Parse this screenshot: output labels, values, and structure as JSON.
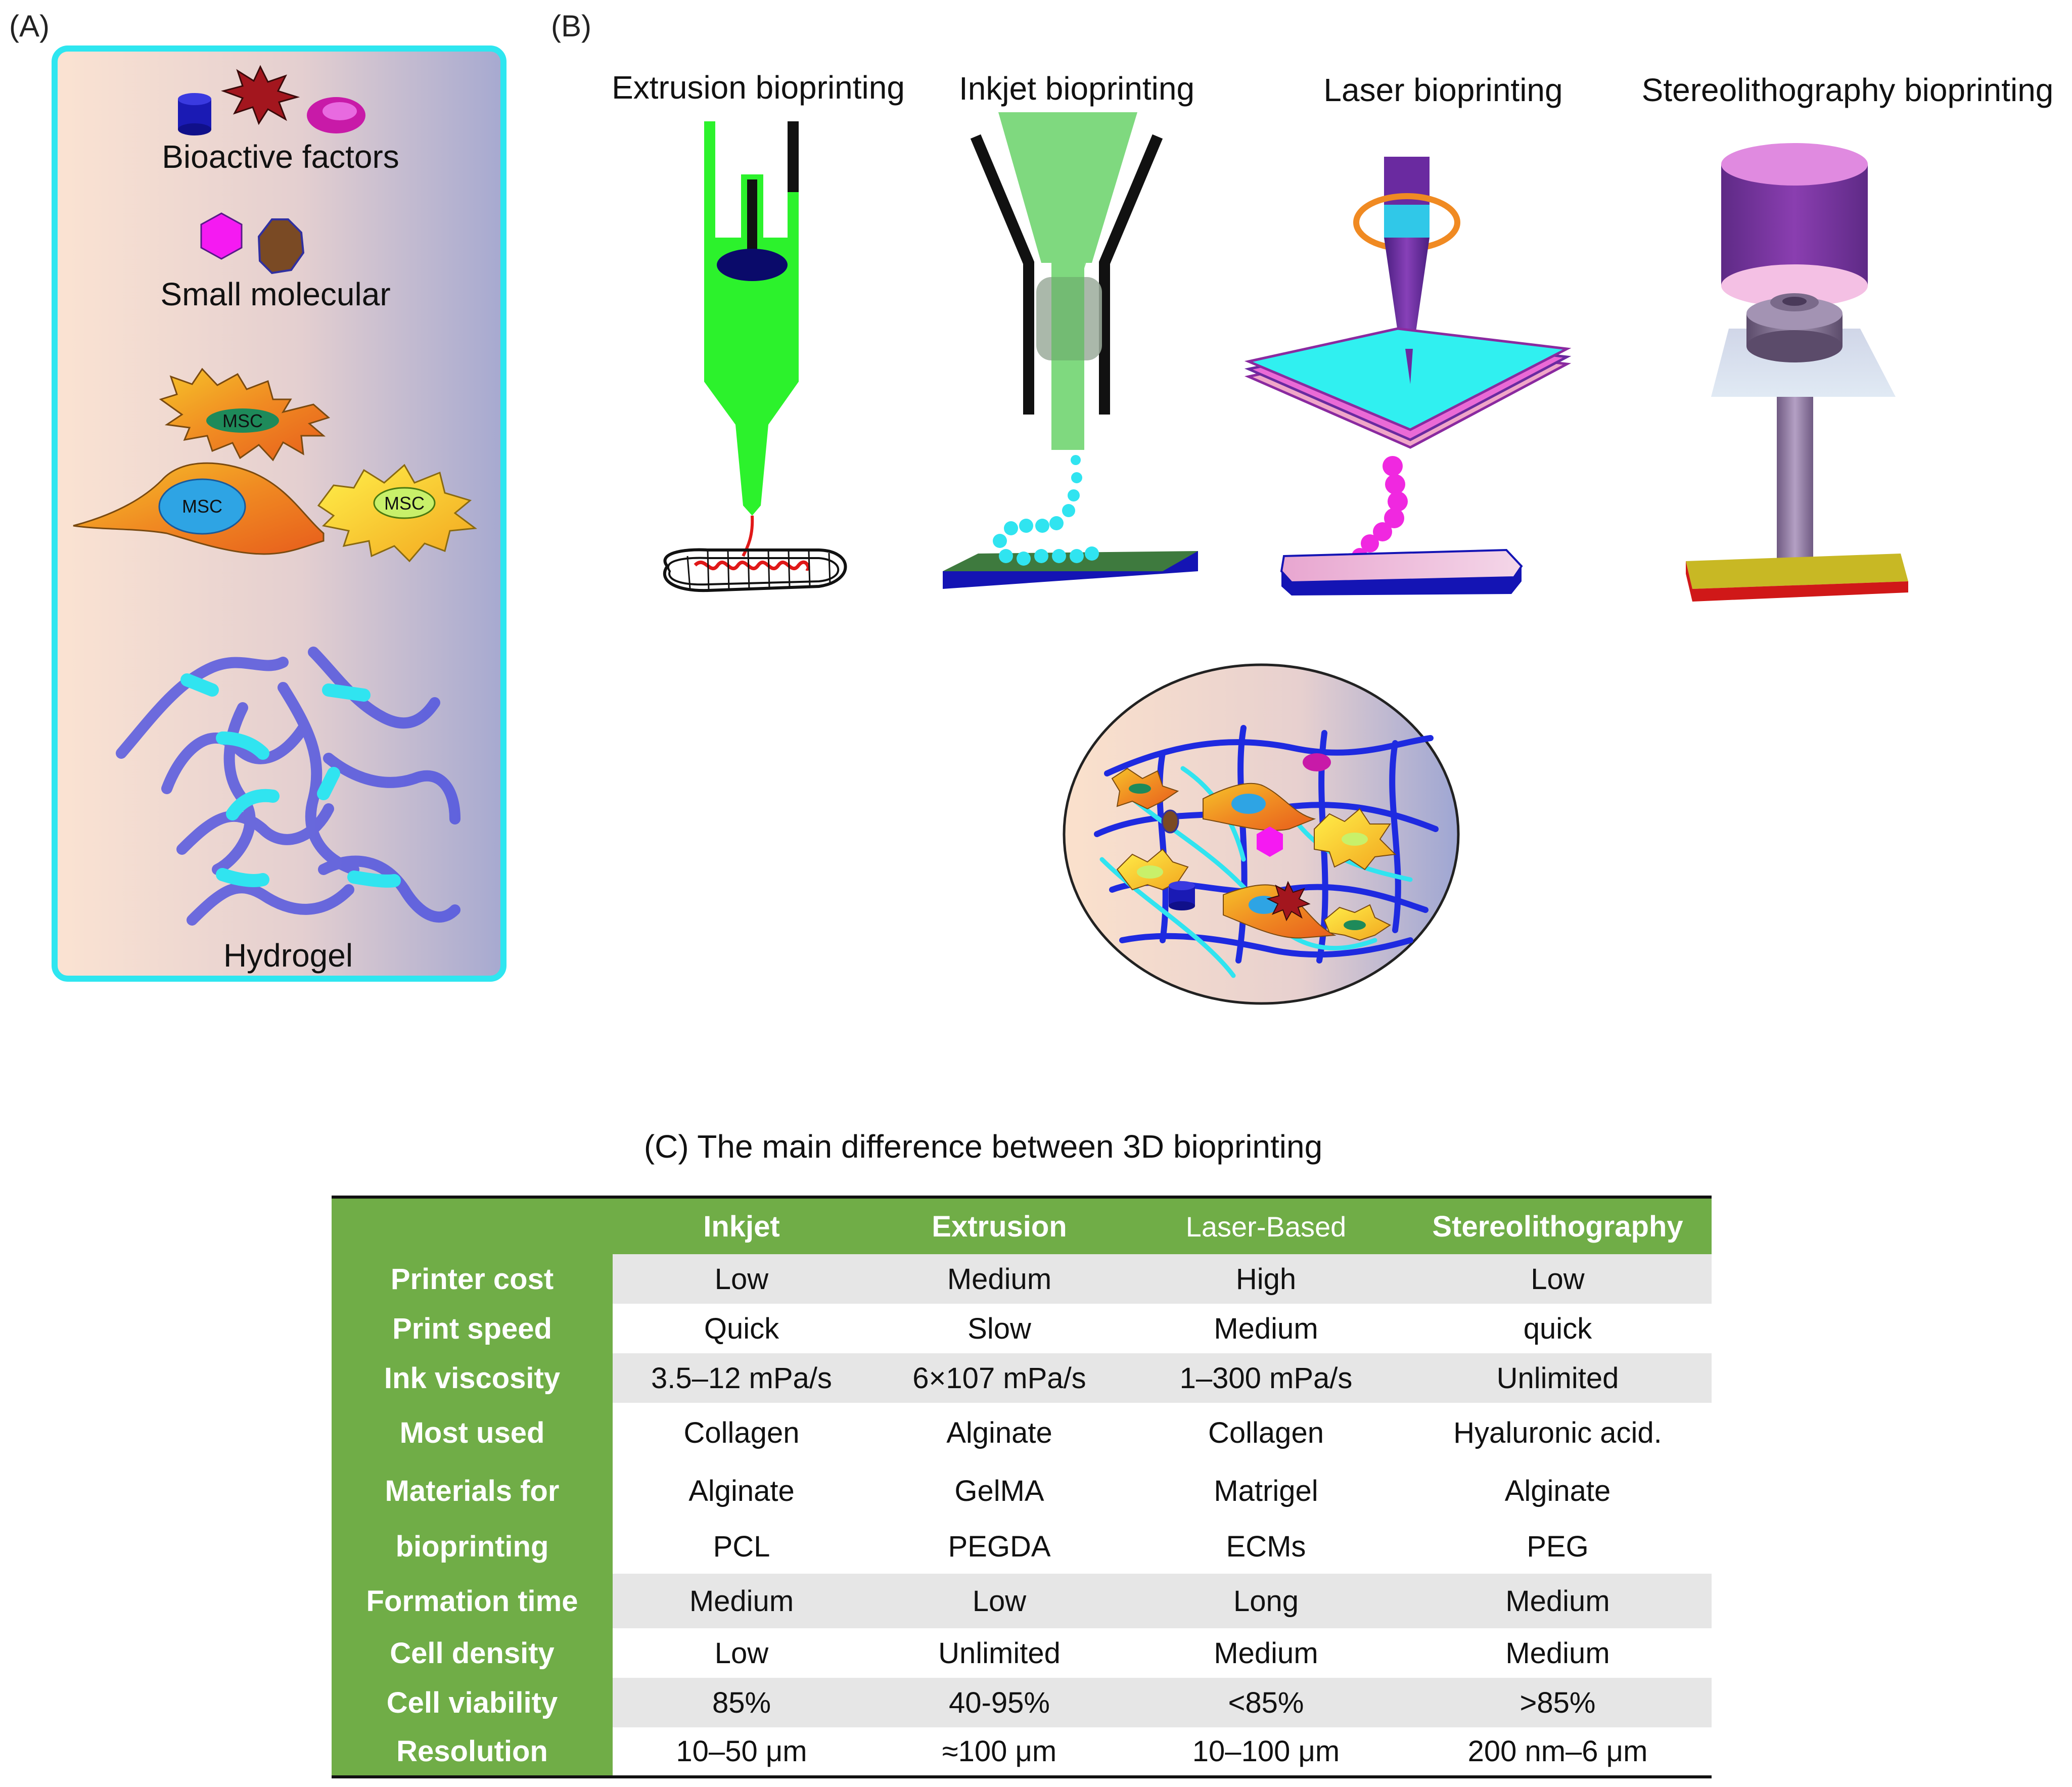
{
  "panelA": {
    "label": "(A)",
    "bioactive_label": "Bioactive factors",
    "small_label": "Small molecular",
    "msc_label": "MSC",
    "hydrogel_label": "Hydrogel",
    "colors": {
      "border": "#2ee6f0",
      "bg_left": "#fbe3d2",
      "bg_right": "#a6a9d0"
    }
  },
  "panelB": {
    "label": "(B)",
    "extrusion_label": "Extrusion bioprinting",
    "inkjet_label": "Inkjet bioprinting",
    "laser_label": "Laser bioprinting",
    "stereo_label": "Stereolithography bioprinting"
  },
  "panelC": {
    "title": "(C) The main difference between 3D bioprinting",
    "header": [
      "",
      "Inkjet",
      "Extrusion",
      "Laser-Based",
      "Stereolithography"
    ],
    "rows": [
      {
        "label": "Printer cost",
        "values": [
          "Low",
          "Medium",
          "High",
          "Low"
        ]
      },
      {
        "label": "Print speed",
        "values": [
          "Quick",
          "Slow",
          "Medium",
          "quick"
        ]
      },
      {
        "label": "Ink viscosity",
        "values": [
          "3.5–12 mPa/s",
          "6×107 mPa/s",
          "1–300 mPa/s",
          "Unlimited"
        ]
      },
      {
        "label": "Most used",
        "values": [
          "Collagen",
          "Alginate",
          "Collagen",
          "Hyaluronic acid."
        ]
      },
      {
        "label": "Materials for",
        "values": [
          "Alginate",
          "GelMA",
          "Matrigel",
          "Alginate"
        ]
      },
      {
        "label": "bioprinting",
        "values": [
          "PCL",
          "PEGDA",
          "ECMs",
          "PEG"
        ]
      },
      {
        "label": "Formation time",
        "values": [
          "Medium",
          "Low",
          "Long",
          "Medium"
        ]
      },
      {
        "label": "Cell density",
        "values": [
          "Low",
          "Unlimited",
          "Medium",
          "Medium"
        ]
      },
      {
        "label": "Cell viability",
        "values": [
          "85%",
          "40-95%",
          "<85%",
          ">85%"
        ]
      },
      {
        "label": "Resolution",
        "values": [
          "10–50 μm",
          "≈100 μm",
          "10–100 μm",
          "200 nm–6 μm"
        ]
      }
    ],
    "colors": {
      "header_green": "#70ad47",
      "shade_gray": "#e6e6e6"
    }
  }
}
